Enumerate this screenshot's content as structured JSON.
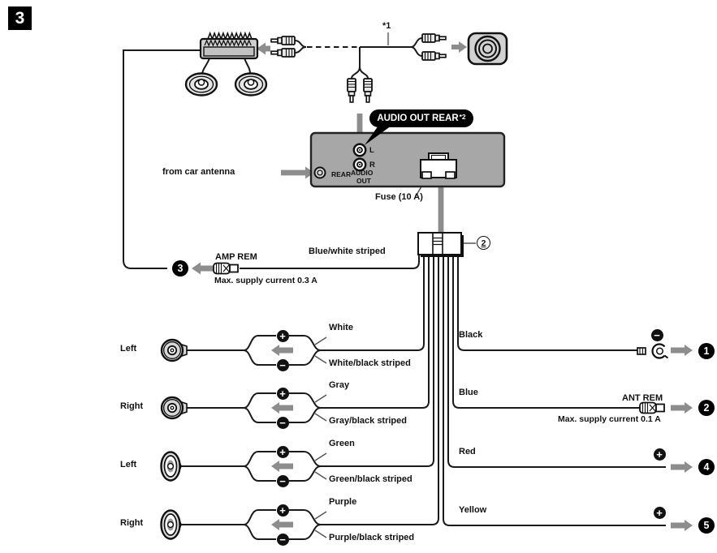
{
  "step": {
    "number": "3"
  },
  "top": {
    "asterisk1": "*1",
    "bubble_label": "AUDIO OUT REAR",
    "bubble_sup": "*2"
  },
  "head_unit": {
    "antenna_label": "from car antenna",
    "rear": "REAR",
    "audio": "AUDIO",
    "out": "OUT",
    "jack_l": "L",
    "jack_r": "R",
    "fuse": "Fuse (10 A)"
  },
  "harness": {
    "ref": "2"
  },
  "amp_rem": {
    "callout": "3",
    "label": "AMP REM",
    "wire_label": "Blue/white striped",
    "max_label": "Max. supply current 0.3 A"
  },
  "speaker_rows": [
    {
      "side": "Left",
      "positive": "White",
      "negative": "White/black striped"
    },
    {
      "side": "Right",
      "positive": "Gray",
      "negative": "Gray/black striped"
    },
    {
      "side": "Left",
      "positive": "Green",
      "negative": "Green/black striped"
    },
    {
      "side": "Right",
      "positive": "Purple",
      "negative": "Purple/black striped"
    }
  ],
  "power_rows": [
    {
      "label": "Black",
      "callout": "1"
    },
    {
      "label": "Blue",
      "callout": "2",
      "terminal": "ANT REM",
      "max_label": "Max. supply current 0.1 A"
    },
    {
      "label": "Red",
      "callout": "4"
    },
    {
      "label": "Yellow",
      "callout": "5"
    }
  ],
  "symbols": {
    "plus": "+",
    "minus": "−"
  }
}
